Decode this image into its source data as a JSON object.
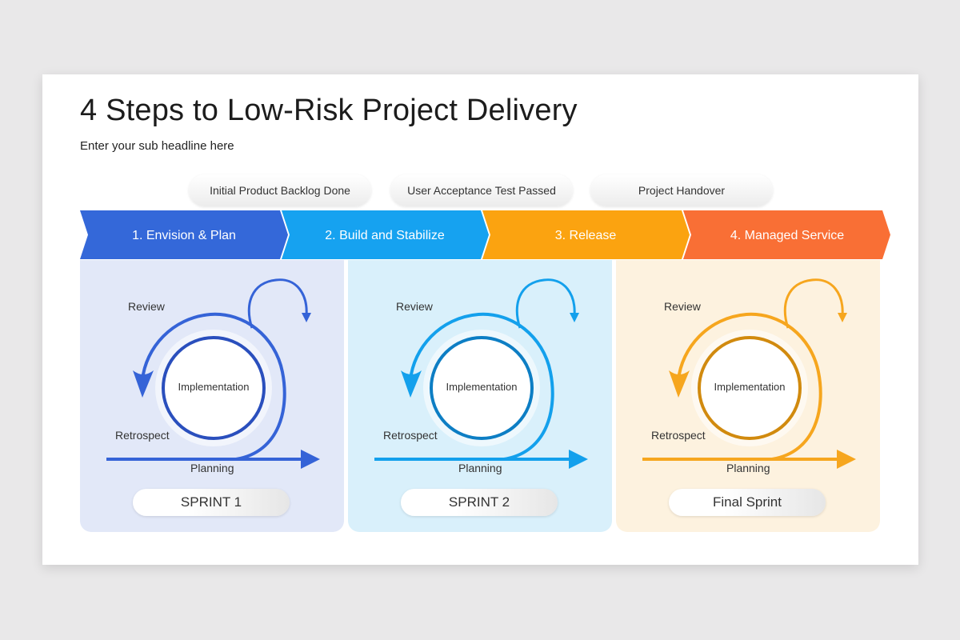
{
  "title": "4 Steps to Low-Risk Project Delivery",
  "subtitle": "Enter your sub headline here",
  "milestones": [
    {
      "label": "Initial Product Backlog Done"
    },
    {
      "label": "User Acceptance  Test Passed"
    },
    {
      "label": "Project Handover"
    }
  ],
  "steps": [
    {
      "label": "1. Envision & Plan",
      "color": "#3468d9"
    },
    {
      "label": "2. Build and Stabilize",
      "color": "#16a2f0"
    },
    {
      "label": "3. Release",
      "color": "#fba310"
    },
    {
      "label": "4. Managed Service",
      "color": "#f96f35"
    }
  ],
  "sprints": [
    {
      "name": "SPRINT 1",
      "review": "Review",
      "implementation": "Implementation",
      "retrospect": "Retrospect",
      "planning": "Planning",
      "color": "#3563d7",
      "dark": "#2a4fbd",
      "bg": "#e2e8f8"
    },
    {
      "name": "SPRINT 2",
      "review": "Review",
      "implementation": "Implementation",
      "retrospect": "Retrospect",
      "planning": "Planning",
      "color": "#13a0ec",
      "dark": "#0d7ec4",
      "bg": "#d9f0fb"
    },
    {
      "name": "Final Sprint",
      "review": "Review",
      "implementation": "Implementation",
      "retrospect": "Retrospect",
      "planning": "Planning",
      "color": "#f6a61e",
      "dark": "#d18a0e",
      "bg": "#fdf2df"
    }
  ]
}
